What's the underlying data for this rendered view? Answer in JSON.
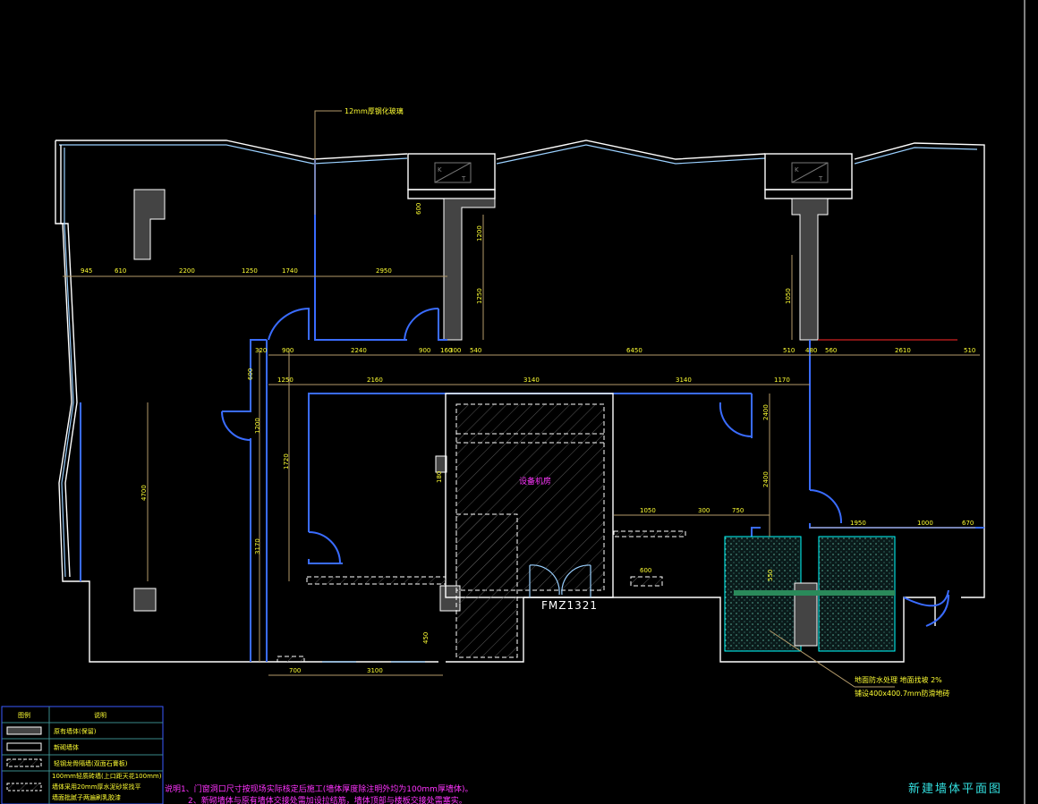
{
  "drawing": {
    "title": "新建墙体平面图",
    "door_code": "FMZ1321",
    "room_label": "设备机房",
    "glass_note": "12mm厚钢化玻璃",
    "floor_note_line1": "地面防水处理 地面找坡 2%",
    "floor_note_line2": "铺设400x400.7mm防滑地砖",
    "notes_line1": "说明1、门窗洞口尺寸按现场实际核定后施工(墙体厚度除注明外均为100mm厚墙体)。",
    "notes_line2": "2、新砌墙体与原有墙体交接处需加设拉结筋，墙体顶部与楼板交接处需塞实。",
    "ac_label_k": "K",
    "ac_label_t": "T"
  },
  "legend": {
    "header_symbol": "图例",
    "header_desc": "说明",
    "items": [
      {
        "desc": "原有墙体(保留)"
      },
      {
        "desc": "新砌墙体"
      },
      {
        "desc": "轻钢龙骨隔墙(双面石膏板)"
      },
      {
        "desc_lines": [
          "100mm轻质砖墙(上口距天花100mm)",
          "墙体采用20mm厚水泥砂浆找平",
          "墙面批腻子两遍刷乳胶漆"
        ]
      }
    ]
  },
  "dimensions": {
    "top_row": [
      "945",
      "610",
      "2200",
      "1250",
      "1740",
      "2950"
    ],
    "mid_row": [
      "320",
      "900",
      "2240",
      "900",
      "160",
      "300",
      "540",
      "6450",
      "510",
      "480",
      "560",
      "2610",
      "510"
    ],
    "row3": [
      "1250",
      "2160",
      "3140",
      "3140",
      "1170"
    ],
    "vertical": [
      "600",
      "1200",
      "1720",
      "3170",
      "4700",
      "2400",
      "2400",
      "1250",
      "1200",
      "600",
      "1050",
      "450",
      "180",
      "550"
    ],
    "lower": [
      "1050",
      "300",
      "750",
      "600",
      "1950",
      "670",
      "1000",
      "700",
      "3100"
    ]
  },
  "colors": {
    "background": "#000000",
    "existing_wall": "#ffffff",
    "new_wall": "#3a6cff",
    "dimension_line": "#b39a6a",
    "dimension_text": "#ffff33",
    "title": "#33e0e0",
    "notes": "#ff33ff"
  }
}
